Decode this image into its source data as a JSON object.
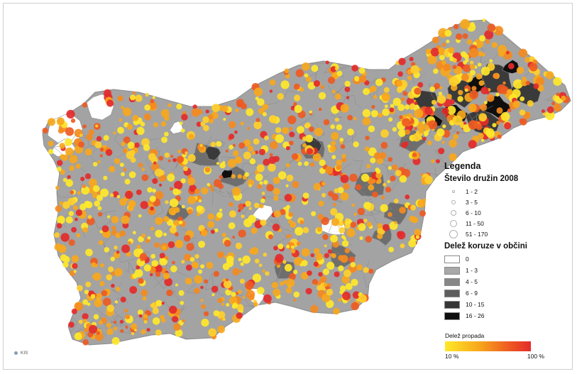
{
  "legend": {
    "title": "Legenda",
    "families_title": "Število družin 2008",
    "size_classes": [
      "1 - 2",
      "3 - 5",
      "6 - 10",
      "11 - 50",
      "51 - 170"
    ],
    "share_title": "Delež koruze v občini",
    "share_classes": [
      {
        "label": "0",
        "color": "#ffffff"
      },
      {
        "label": "1 - 3",
        "color": "#a8a8a8"
      },
      {
        "label": "4 - 5",
        "color": "#878787"
      },
      {
        "label": "6 - 9",
        "color": "#5e5e5e"
      },
      {
        "label": "10 - 15",
        "color": "#363636"
      },
      {
        "label": "16 - 26",
        "color": "#0e0e0e"
      }
    ],
    "loss_title": "Delež propada",
    "loss_min": "10 %",
    "loss_max": "100 %"
  },
  "logo": {
    "text": "KIS"
  },
  "colors": {
    "country_fill": "#a3a3a3",
    "border": "#8c8c8c",
    "dot_low": "#ffe82a",
    "dot_mid": "#f7a71c",
    "dot_high": "#e42a2a"
  }
}
